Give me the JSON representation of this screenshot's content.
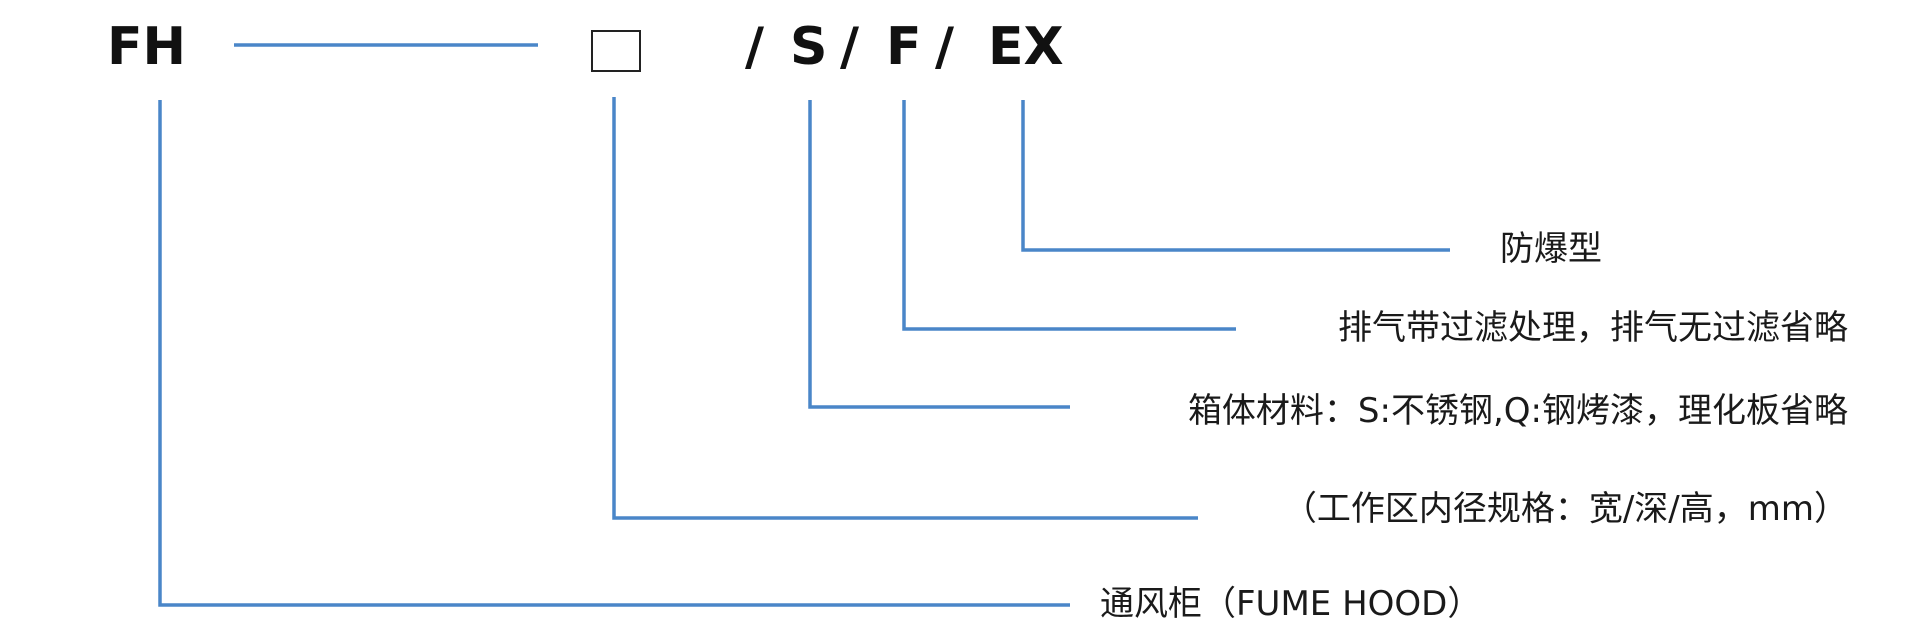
{
  "code": {
    "prefix": "FH",
    "separator1": "/",
    "material": "S",
    "separator2": "/",
    "filter": "F",
    "separator3": "/",
    "explosion": "EX"
  },
  "descriptions": {
    "explosion_proof": "防爆型",
    "exhaust_filter": "排气带过滤处理，排气无过滤省略",
    "cabinet_material": "箱体材料：S:不锈钢,Q:钢烤漆，理化板省略",
    "work_area_size": "（工作区内径规格：宽/深/高，mm）",
    "fume_hood": "通风柜（FUME HOOD）"
  },
  "colors": {
    "line": "#4a86c8",
    "text": "#1a1a1a"
  }
}
